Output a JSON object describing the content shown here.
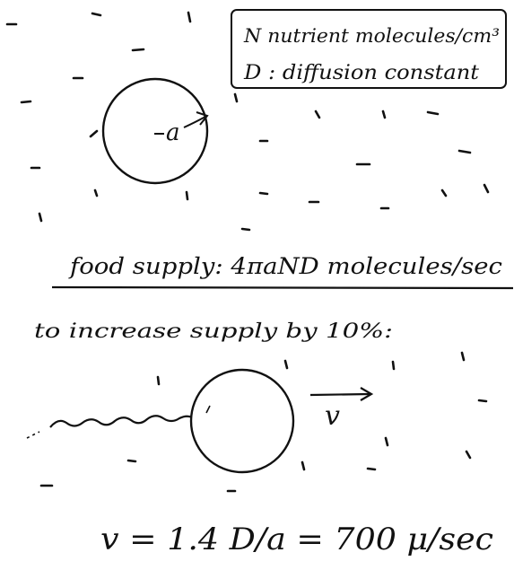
{
  "legend": {
    "line1": "N nutrient molecules/cm³",
    "line2": "D : diffusion constant"
  },
  "cell_radius_label": "a",
  "food_supply": "food supply:   4πaND   molecules/sec",
  "increase_text": "to increase supply by 10%:",
  "velocity_label": "v",
  "result": "v = 1.4 D/a = 700 μ/sec",
  "colors": {
    "ink": "#111111",
    "background": "#ffffff"
  }
}
